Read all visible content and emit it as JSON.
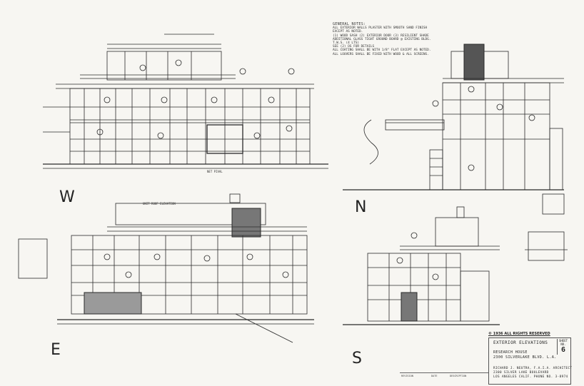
{
  "sheet": {
    "elevation_labels": {
      "west": "W",
      "north": "N",
      "east": "E",
      "south": "S"
    },
    "notes": {
      "heading": "GENERAL NOTES:",
      "lines": [
        "ALL EXTERIOR WALLS PLASTER WITH SMOOTH SAND FINISH EXCEPT AS NOTED.",
        "(1) WOOD SASH  (2) EXTERIOR DOOR  (3) RESILIENT SHADE",
        "ADDITIONAL GLASS TIGHT GROUND BOARD @ EXISTING BLDG. T.W.S. (4 LTS)",
        "SEE (2) OS FOR DETAILS",
        "ALL COATING SHALL BE WITH 1/8\" FLAT EXCEPT AS NOTED.",
        "ALL LOUVERS SHALL BE FIXED WITH WOOD & ALL SCREENS."
      ]
    },
    "copyright": "© 1936 ALL RIGHTS RESERVED",
    "title_block": {
      "title": "EXTERIOR ELEVATIONS",
      "project": "RESEARCH HOUSE",
      "address": "2300 SILVERLAKE BLVD. L.A.",
      "architect": "RICHARD J. NEUTRA, F.A.I.A. ARCHITECT",
      "office": "2300 SILVER LAKE BOULEVARD",
      "city": "LOS ANGELES CALIF. PHONE NO. 3-8974",
      "sheet_label": "SHEET NO.",
      "sheet_number": "6"
    },
    "revision_table": {
      "col1": "REVISION",
      "col2": "DATE",
      "col3": "DESCRIPTION"
    },
    "dims": {
      "west_total": "NET PIVAL",
      "east_base": "UNIT ROOF ELEVATION"
    }
  }
}
